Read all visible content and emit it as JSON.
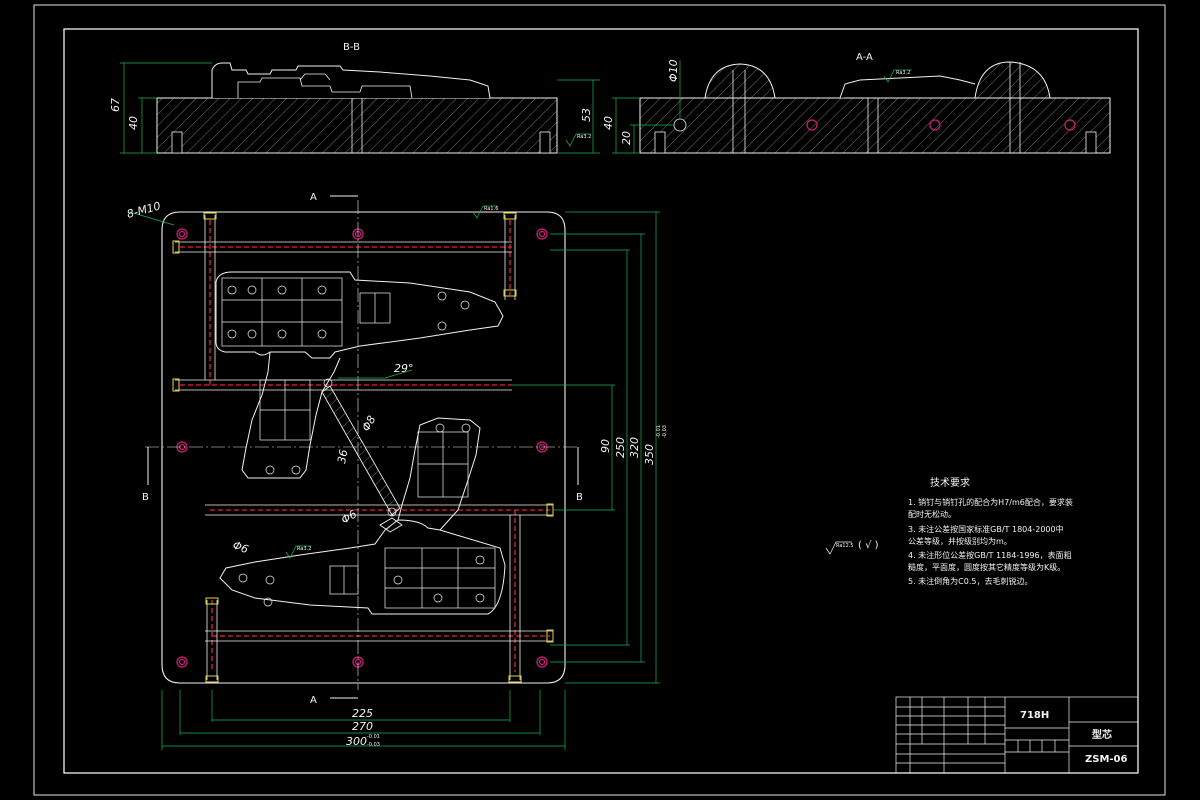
{
  "section_views": {
    "bb_label": "B-B",
    "aa_label": "A-A",
    "bb_dims": [
      "67",
      "40",
      "53"
    ],
    "aa_dims": [
      "40",
      "20",
      "Φ10"
    ],
    "roughness": "Ra3.2"
  },
  "plan_view": {
    "thread_label": "8-M10",
    "section_marks": [
      "A",
      "A",
      "B",
      "B"
    ],
    "horizontal_dims": [
      "225",
      "270",
      "300"
    ],
    "tol_300": [
      "-0.01",
      "-0.03"
    ],
    "vertical_dims": [
      "90",
      "250",
      "320",
      "350"
    ],
    "tol_350": [
      "-0.01",
      "-0.03"
    ],
    "angle_label": "29°",
    "hole_dims": [
      "Φ8",
      "36",
      "Φ6",
      "Φ6"
    ],
    "roughness_1": "Ra1.6",
    "roughness_2": "Ra3.2"
  },
  "tech_notes": {
    "title": "技术要求",
    "items": [
      "1. 销钉与销钉孔的配合为H7/m6配合，要求装",
      "    配时无松动。",
      "3. 未注公差按国家标准GB/T 1804-2000中",
      "    公差等级，并按级别均为m。",
      "4. 未注形位公差按GB/T 1184-1996，表面粗",
      "    糙度，平面度，圆度按其它精度等级为K级。",
      "5. 未注倒角为C0.5，去毛刺锐边。"
    ],
    "roughness_symbol": "Ra12.5",
    "roughness_paren": "( √ )"
  },
  "title_block": {
    "material": "718H",
    "part_name": "型芯",
    "drawing_no": "ZSM-06"
  }
}
